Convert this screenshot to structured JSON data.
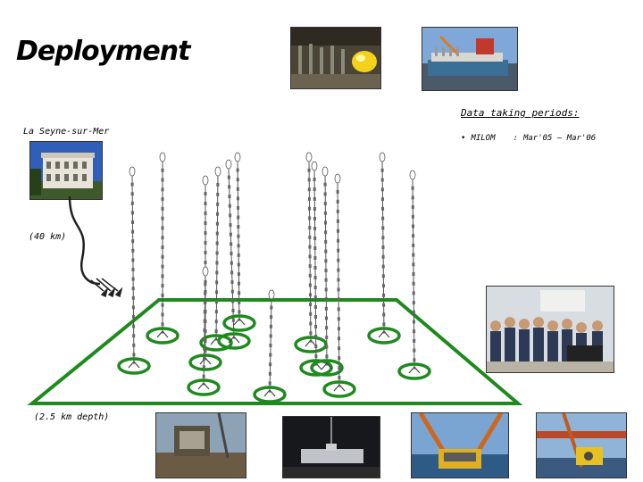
{
  "title": "Deployment",
  "site_label": "La Seyne-sur-Mer",
  "distance_label": "(40 km)",
  "depth_label": "(2.5 km depth)",
  "periods": {
    "heading": "Data taking periods:",
    "items": [
      {
        "bullet": "•",
        "name": "MILOM",
        "sep": ":",
        "range": "Mar'05 – Mar'06"
      }
    ]
  },
  "colors": {
    "seafloor_outline": "#1e8a1e",
    "anchor_ring": "#1e8a1e",
    "line_cable": "#555555"
  },
  "icons": [
    "building-photo",
    "assembly-photo",
    "ship-photo",
    "control-room-photo",
    "deck-photo",
    "night-deployment-photo",
    "rov-photo",
    "ship-crane-photo"
  ]
}
